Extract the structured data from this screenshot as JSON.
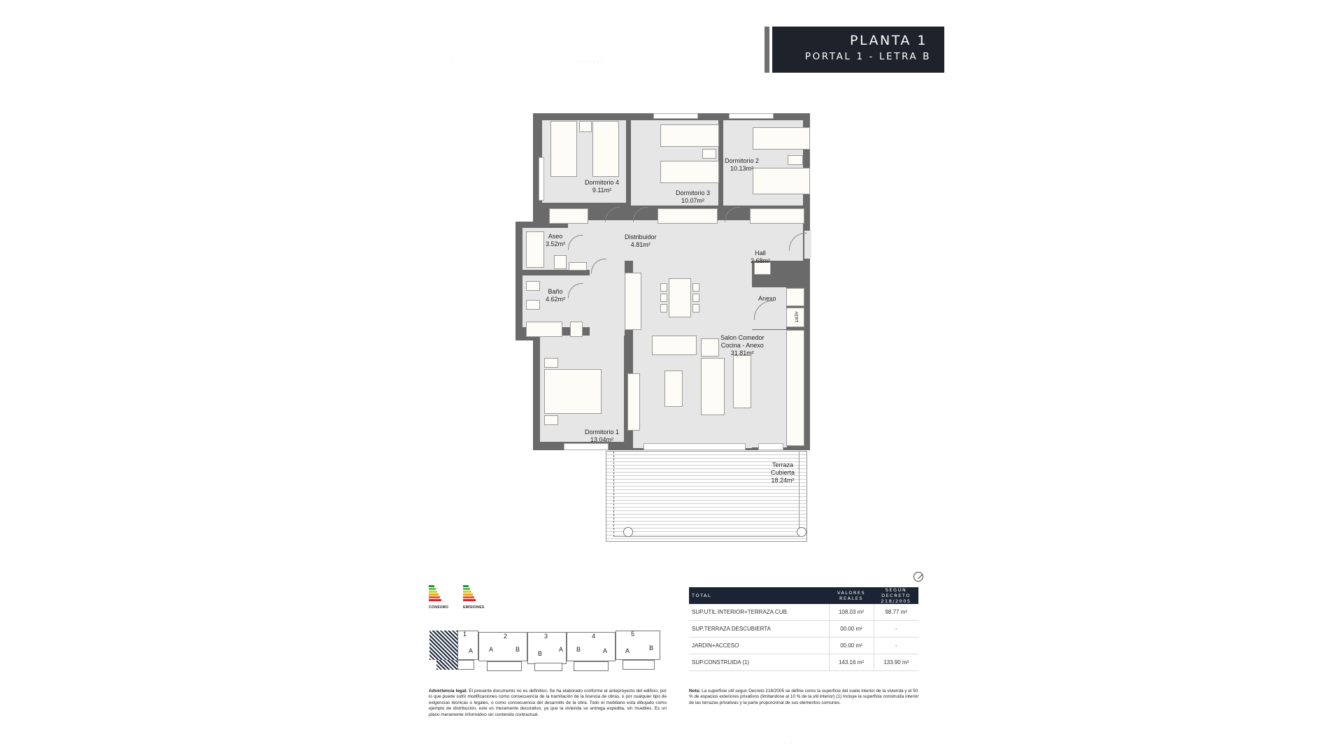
{
  "header": {
    "title": "PLANTA 1",
    "subtitle": "PORTAL 1 - LETRA B",
    "bg_color": "#1e222a"
  },
  "rooms": [
    {
      "name": "Dormitorio 4",
      "area": "9.11m²"
    },
    {
      "name": "Dormitorio 3",
      "area": "10.07m²"
    },
    {
      "name": "Dormitorio 2",
      "area": "10.13m²"
    },
    {
      "name": "Aseo",
      "area": "3.52m²"
    },
    {
      "name": "Distribuidor",
      "area": "4.81m²"
    },
    {
      "name": "Hall",
      "area": "2.68m²"
    },
    {
      "name": "Baño",
      "area": "4.62m²"
    },
    {
      "name": "Anexo",
      "area": ""
    },
    {
      "name": "Salon Comedor Cocina - Anexo",
      "name_line1": "Salon Comedor",
      "name_line2": "Cocina - Anexo",
      "area": "31.81m²"
    },
    {
      "name": "Dormitorio 1",
      "area": "13.04m²"
    },
    {
      "name": "Terraza Cubierta",
      "name_line1": "Terraza",
      "name_line2": "Cubierta",
      "area": "18.24m²"
    }
  ],
  "fixtures": {
    "aert_label": "AERT."
  },
  "energy": {
    "consumo_label": "CONSUMO",
    "emisiones_label": "EMISIONES",
    "colors": [
      "#1a9a3a",
      "#6cbf3c",
      "#d4d12a",
      "#f0a020",
      "#e5542a",
      "#d8232a"
    ]
  },
  "key_plan": {
    "portals": [
      "1",
      "2",
      "3",
      "4",
      "5"
    ],
    "units": [
      "A",
      "A",
      "B",
      "B",
      "A",
      "B",
      "A",
      "A",
      "B"
    ]
  },
  "table": {
    "headers": {
      "total": "TOTAL",
      "reales": "VALORES REALES",
      "decreto": "SEGÚN DECRETO 218/2005"
    },
    "rows": [
      {
        "label": "SUP.UTIL INTERIOR+TERRAZA CUB.",
        "real": "108.03 m²",
        "decreto": "98.77 m²"
      },
      {
        "label": "SUP.TERRAZA DESCUBIERTA",
        "real": "00.00 m²",
        "decreto": "-"
      },
      {
        "label": "JARDIN+ACCESO",
        "real": "00.00 m²",
        "decreto": "-"
      },
      {
        "label": "SUP.CONSTRUIDA (1)",
        "real": "143.16 m²",
        "decreto": "133.90 m²"
      }
    ]
  },
  "legal": {
    "title": "Advertencia legal:",
    "text": "El presente documento no es definitivo. Se ha elaborado conforme al anteproyecto del edificio, por lo que puede sufrir modificaciones como consecuencia de la tramitación de la licencia de obras, o por cualquier tipo de exigencias técnicas o legales, o como consecuencia del desarrollo de la obra. Todo el mobiliario esta dibujado como ejemplo de distribución, este es meramente decorativo, ya que la vivienda se entrega expedita, sin muebles. Es un plano meramente informativo sin contenido contractual."
  },
  "note": {
    "title": "Nota:",
    "text": "La superficie util segun Decreto 218/2005 se define como la superficie del suelo interior de la vivienda y el 50 % de espacios exteriores privativos (limitandose al 10 % de la util interior) (1) Incluye la superficie construida interior de las terrazas privativas y la parte proporcional de sus elementos comunes."
  }
}
